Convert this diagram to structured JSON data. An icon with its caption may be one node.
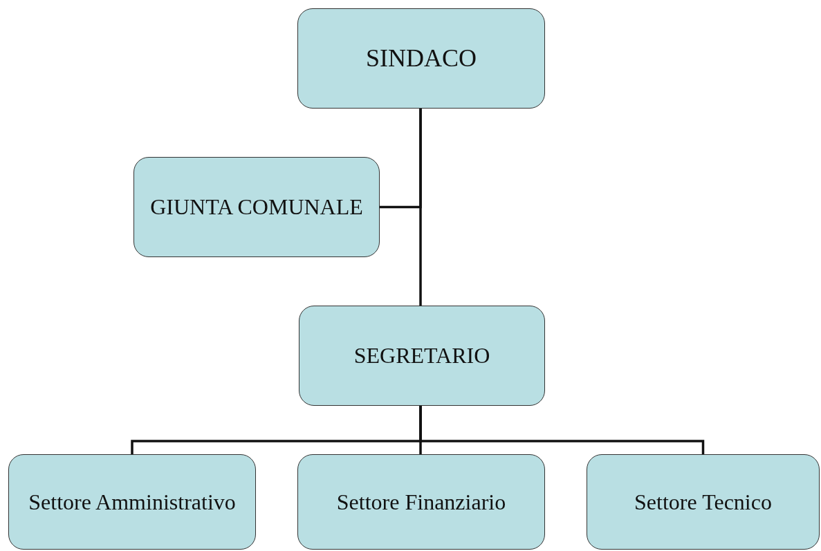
{
  "diagram": {
    "nodes": [
      {
        "text": [
          "SINDACO"
        ]
      },
      {
        "text": [
          "GIUNTA COMUNALE"
        ]
      },
      {
        "text": [
          "SEGRETARIO"
        ]
      },
      {
        "text": [
          "Settore Amministrativo"
        ]
      },
      {
        "text": [
          "Settore Finanziario"
        ]
      },
      {
        "text": [
          "Settore Tecnico"
        ]
      }
    ],
    "edges": [
      {
        "from": 0,
        "to": 1,
        "arrow": "none"
      },
      {
        "from": 0,
        "to": 2,
        "arrow": "none"
      },
      {
        "from": 2,
        "to": 3,
        "arrow": "none"
      },
      {
        "from": 2,
        "to": 4,
        "arrow": "none"
      },
      {
        "from": 2,
        "to": 5,
        "arrow": "none"
      }
    ]
  }
}
